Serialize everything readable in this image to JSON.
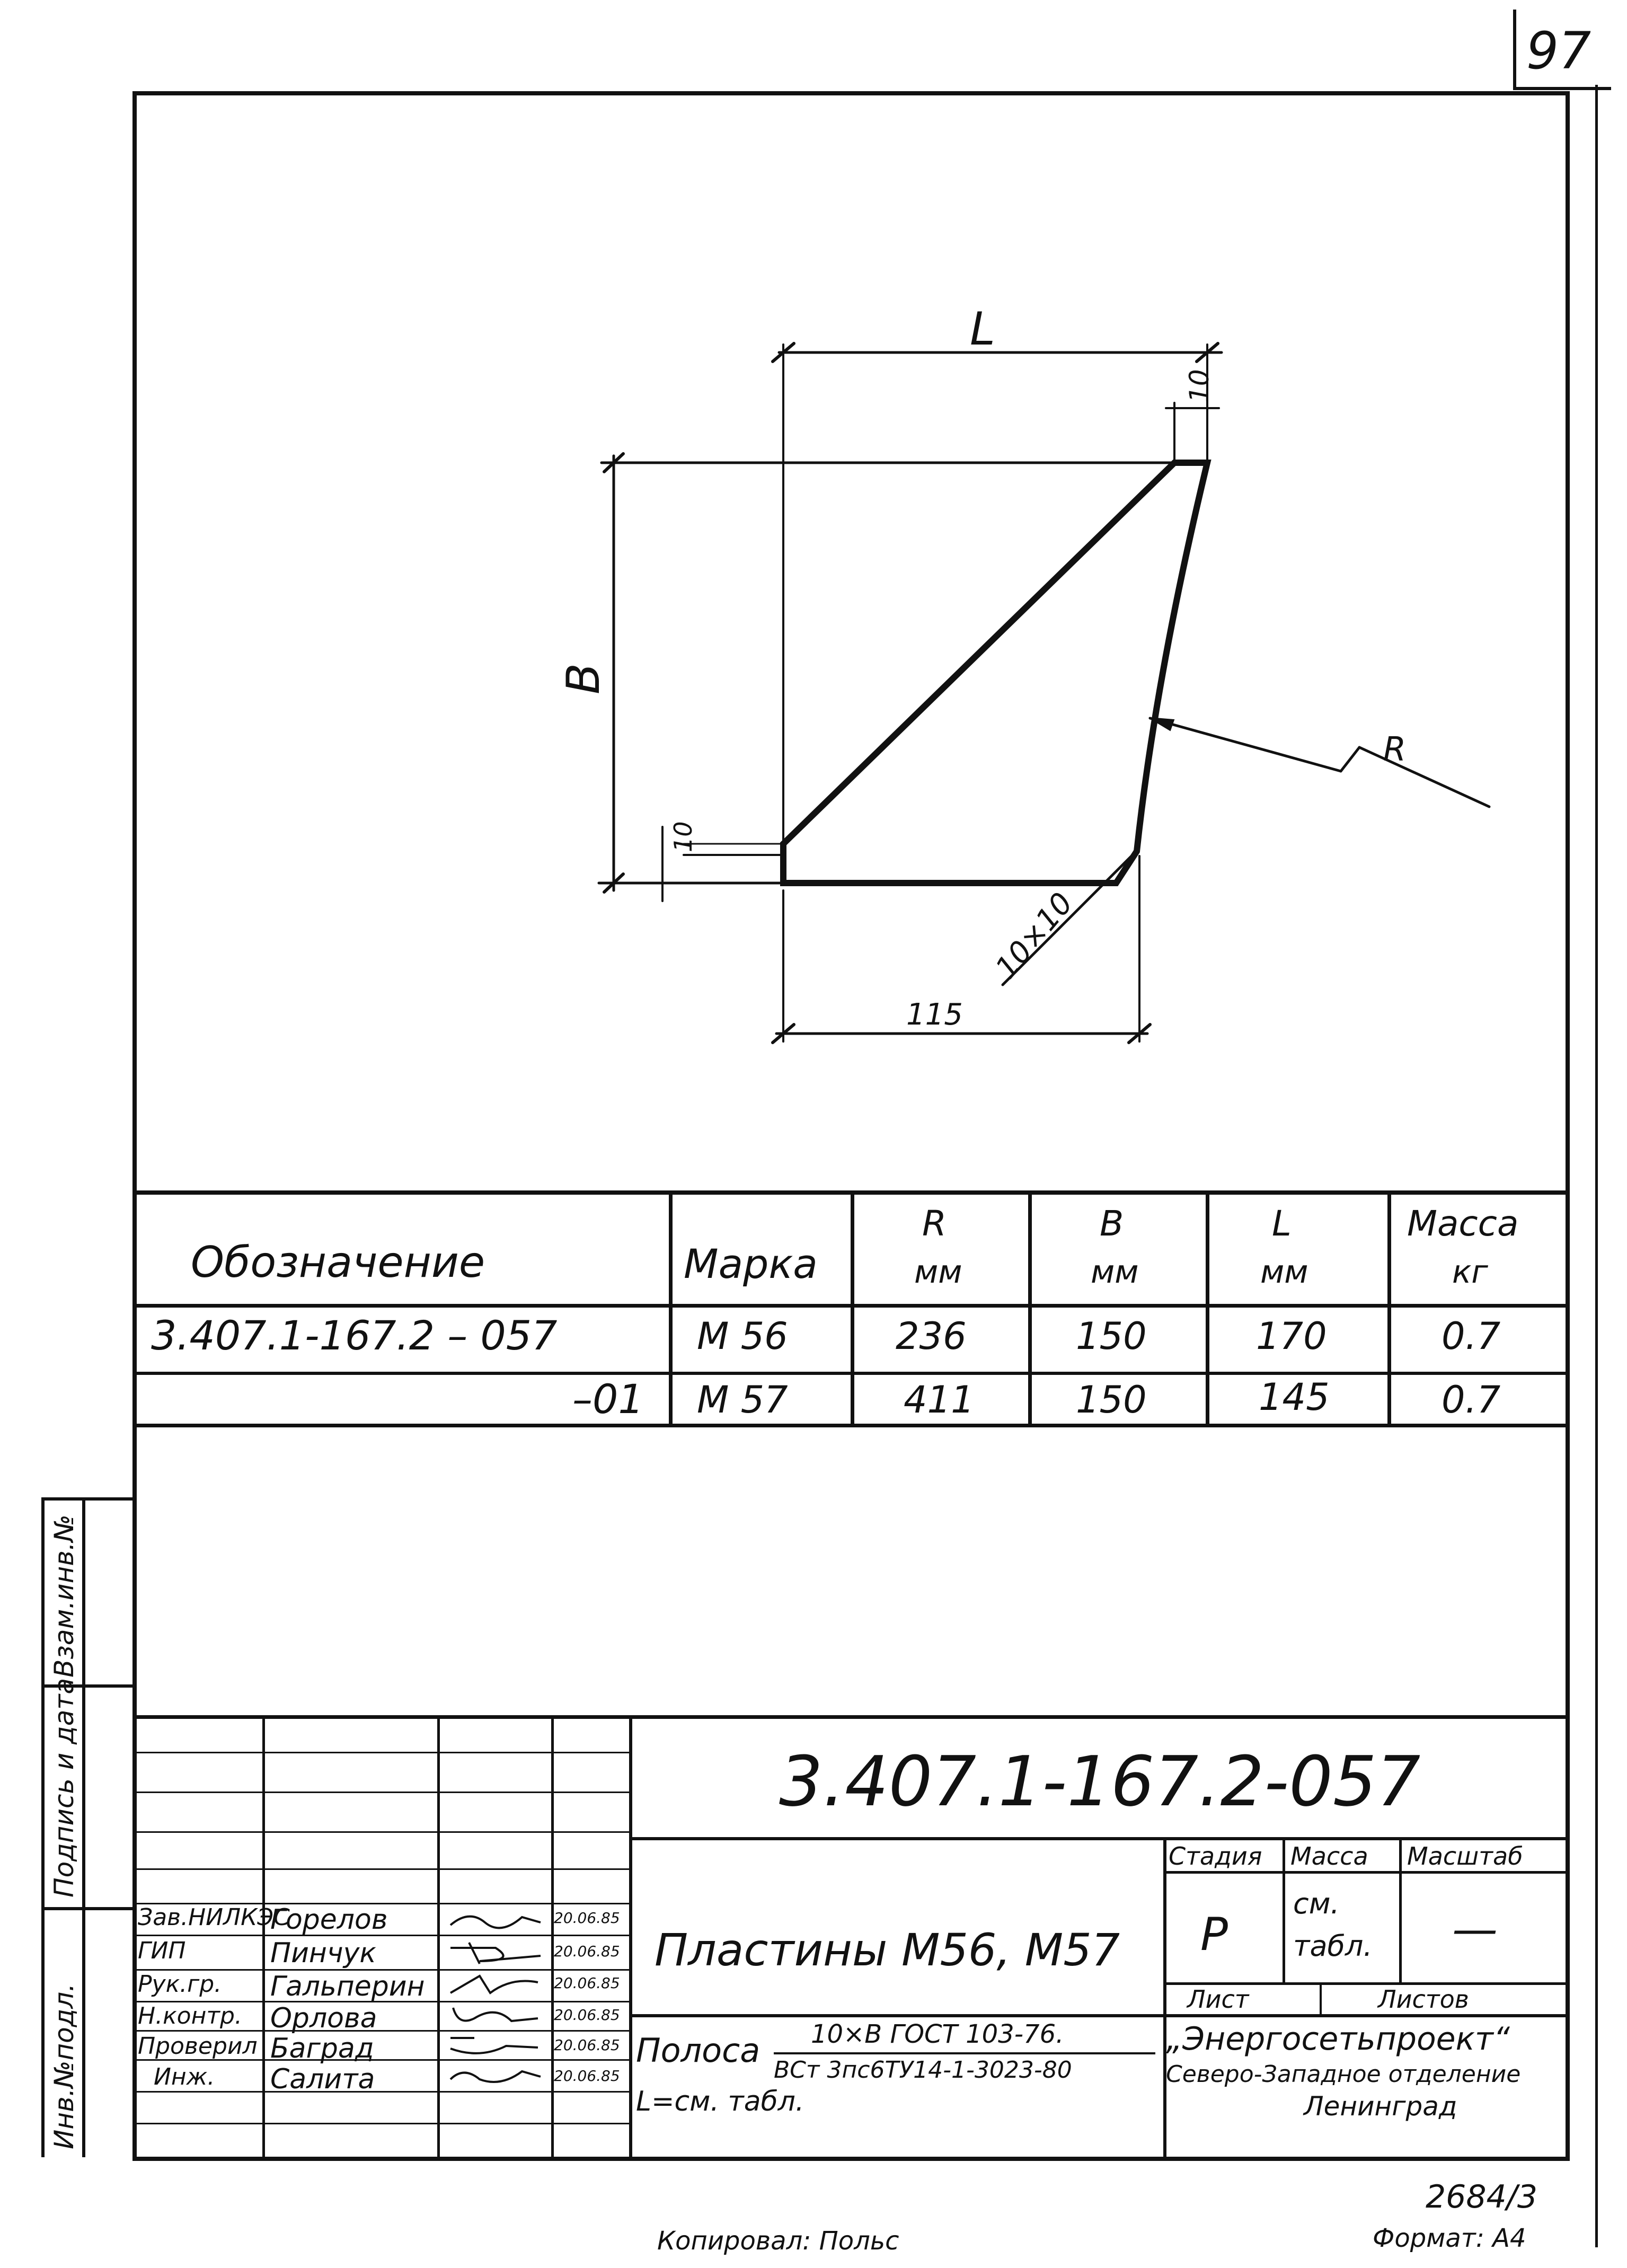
{
  "sheet_number": "97",
  "drawing": {
    "dim_L": "L",
    "dim_10_top": "10",
    "dim_B": "B",
    "dim_10_left": "10",
    "dim_R": "R",
    "dim_chamfer": "10×10",
    "dim_115": "115"
  },
  "spec_table": {
    "headers": {
      "designation": "Обозначение",
      "grade": "Марка",
      "r": "R",
      "r_unit": "мм",
      "b": "B",
      "b_unit": "мм",
      "l": "L",
      "l_unit": "мм",
      "mass": "Масса",
      "mass_unit": "кг"
    },
    "rows": [
      {
        "designation": "3.407.1-167.2 – 057",
        "grade": "М 56",
        "r": "236",
        "b": "150",
        "l": "170",
        "mass": "0.7"
      },
      {
        "designation": "–01",
        "grade": "М 57",
        "r": "411",
        "b": "150",
        "l": "145",
        "mass": "0.7"
      }
    ]
  },
  "side_stamp": {
    "inv_orig": "Инв.№подл.",
    "sign_date": "Подпись и дата",
    "replace_inv": "Взам.инв.№"
  },
  "title_block": {
    "doc_code": "3.407.1-167.2-057",
    "title": "Пластины М56, М57",
    "stage_label": "Стадия",
    "mass_label": "Масса",
    "scale_label": "Масштаб",
    "stage_value": "Р",
    "mass_value_1": "см.",
    "mass_value_2": "табл.",
    "scale_value": "—",
    "sheet_label": "Лист",
    "sheets_label": "Листов",
    "material_label": "Полоса",
    "material_top": "10×B  ГОСТ 103-76.",
    "material_bottom": "ВСт 3пс6ТУ14-1-3023-80",
    "material_note": "L=см. табл.",
    "org_line1": "„Энергосетьпроект“",
    "org_line2": "Северо-Западное отделение",
    "org_line3": "Ленинград",
    "signatures": [
      {
        "role": "Зав.НИЛКЭС",
        "name": "Горелов",
        "date": "20.06.85"
      },
      {
        "role": "ГИП",
        "name": "Пинчук",
        "date": "20.06.85"
      },
      {
        "role": "Рук.гр.",
        "name": "Гальперин",
        "date": "20.06.85"
      },
      {
        "role": "Н.контр.",
        "name": "Орлова",
        "date": "20.06.85"
      },
      {
        "role": "Проверил",
        "name": "Баград",
        "date": "20.06.85"
      },
      {
        "role": "Инж.",
        "name": "Салита",
        "date": "20.06.85"
      }
    ]
  },
  "footer": {
    "archive_number": "2684/3",
    "copied_by": "Копировал: Польс",
    "format": "Формат: А4"
  }
}
